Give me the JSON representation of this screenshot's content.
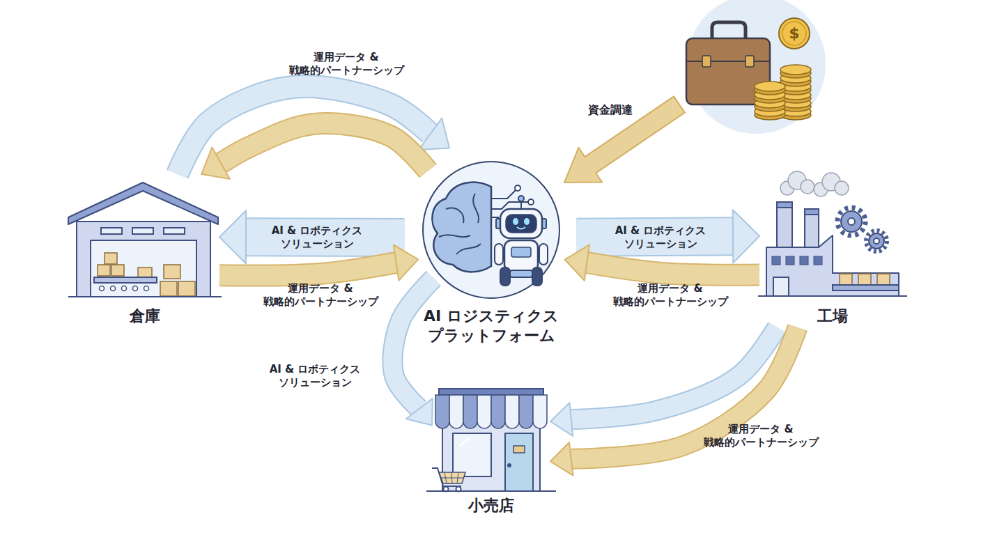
{
  "diagram": {
    "nodes": [
      {
        "text": [
          "倉庫"
        ]
      },
      {
        "text": [
          "AI ロジスティクス プラットフォーム"
        ]
      },
      {
        "text": [
          "工場"
        ]
      },
      {
        "text": [
          "小売店"
        ]
      }
    ],
    "edges": [
      {
        "from": 0,
        "to": 1,
        "label": "運用データ & 戦略的パートナーシップ",
        "arrow": "to"
      },
      {
        "from": 1,
        "to": 0,
        "arrow": "to"
      },
      {
        "from": 1,
        "to": 0,
        "label": "AI & ロボティクス ソリューション",
        "arrow": "to"
      },
      {
        "from": 0,
        "to": 1,
        "label": "運用データ & 戦略的パートナーシップ",
        "arrow": "to"
      },
      {
        "from": 1,
        "to": 2,
        "label": "AI & ロボティクス ソリューション",
        "arrow": "to"
      },
      {
        "from": 2,
        "to": 1,
        "label": "運用データ & 戦略的パートナーシップ",
        "arrow": "to"
      },
      {
        "from": 1,
        "to": 3,
        "label": "AI & ロボティクス ソリューション",
        "arrow": "to"
      },
      {
        "from": 2,
        "to": 3,
        "arrow": "to"
      },
      {
        "from": 2,
        "to": 3,
        "label": "運用データ & 戦略的パートナーシップ",
        "arrow": "to"
      }
    ],
    "labels": [
      "資金調達",
      "$"
    ]
  }
}
